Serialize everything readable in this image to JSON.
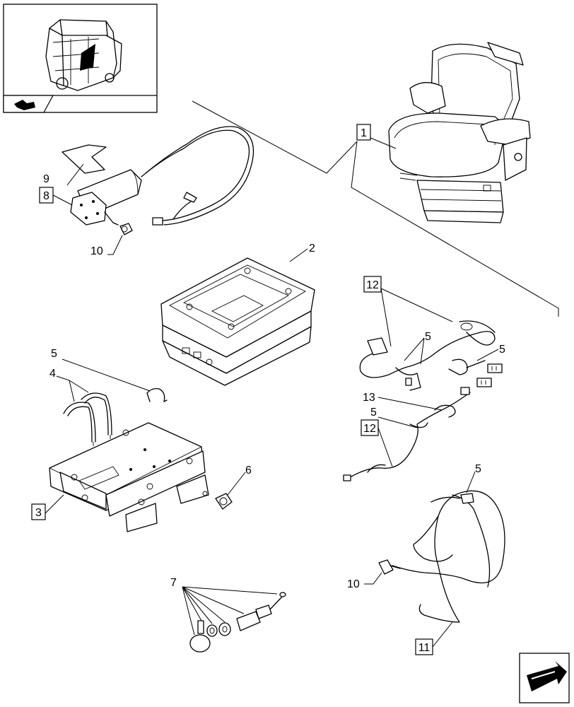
{
  "callouts": {
    "c1": "1",
    "c2": "2",
    "c3": "3",
    "c4": "4",
    "c5a": "5",
    "c5b": "5",
    "c5c": "5",
    "c5d": "5",
    "c5e": "5",
    "c6": "6",
    "c7": "7",
    "c8": "8",
    "c9": "9",
    "c10a": "10",
    "c10b": "10",
    "c11": "11",
    "c12a": "12",
    "c12b": "12",
    "c13": "13"
  },
  "icons": {
    "thumbnail": "tractor-cab-thumbnail-icon",
    "bookmark": "bookmark-arrow-icon",
    "next_page": "next-page-arrow-icon"
  }
}
